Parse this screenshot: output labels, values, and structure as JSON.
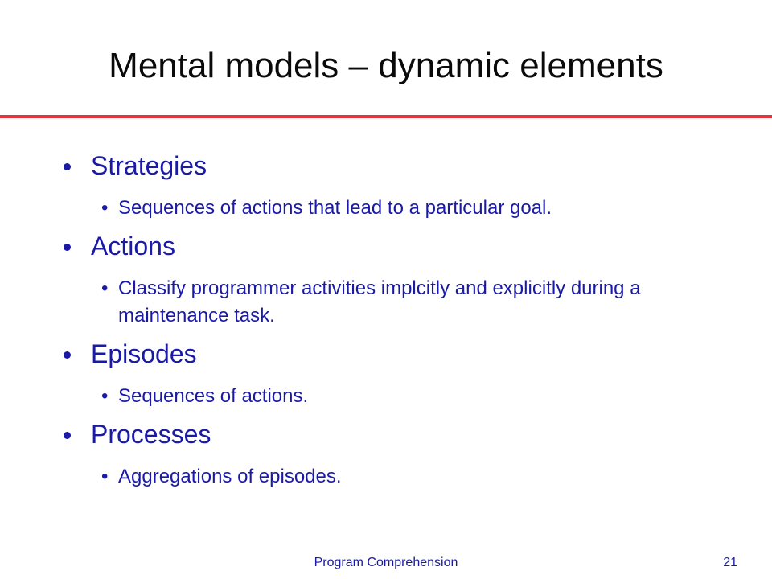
{
  "slide": {
    "title": "Mental models – dynamic elements",
    "accent_color": "#e8323c",
    "text_color": "#1a1aa6",
    "items": [
      {
        "label": "Strategies",
        "sub": [
          "Sequences of actions that lead to a particular goal."
        ]
      },
      {
        "label": "Actions",
        "sub": [
          "Classify programmer activities implcitly and explicitly during a maintenance task."
        ]
      },
      {
        "label": "Episodes",
        "sub": [
          "Sequences of actions."
        ]
      },
      {
        "label": "Processes",
        "sub": [
          "Aggregations of episodes."
        ]
      }
    ],
    "footer": {
      "center": "Program Comprehension",
      "page_number": "21"
    }
  }
}
